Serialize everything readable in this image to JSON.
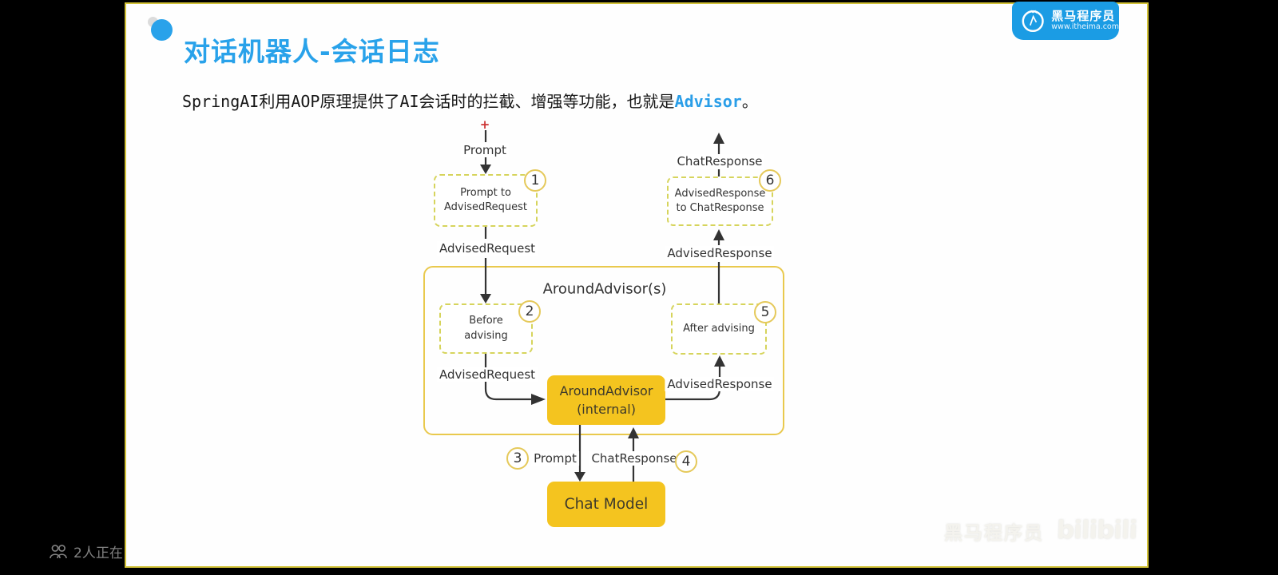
{
  "colors": {
    "title_blue": "#29a2ea",
    "logo_blue": "#1b9ce4",
    "box_yellow": "#f4c41f",
    "container_border_yellow": "#e9c94d",
    "dashed_border_green": "#d6d45c",
    "badge_border_yellow": "#e5c95a",
    "arrow_dark": "#333333",
    "slide_border_yellow": "#d2c238",
    "plus_red": "#cc3333"
  },
  "header": {
    "title": "对话机器人-会话日志",
    "bullet_icon": "blue-dot-icon"
  },
  "logo": {
    "brand": "黑马程序员",
    "url": "www.itheima.com",
    "icon": "horse-in-circle-icon"
  },
  "intro": {
    "prefix": "SpringAI利用AOP原理提供了AI会话时的拦截、增强等功能，也就是",
    "highlight": "Advisor",
    "suffix": "。"
  },
  "diagram": {
    "plus_marker": "+",
    "container_title": "AroundAdvisor(s)",
    "boxes": {
      "prompt_to_advised_request": {
        "line1": "Prompt to",
        "line2": "AdvisedRequest",
        "badge": "1"
      },
      "before_advising": {
        "line1": "Before",
        "line2": "advising",
        "badge": "2"
      },
      "after_advising": {
        "line1": "After advising",
        "badge": "5"
      },
      "advised_response_to_chat_response": {
        "line1": "AdvisedResponse",
        "line2": "to ChatResponse",
        "badge": "6"
      },
      "around_advisor_internal": {
        "line1": "AroundAdvisor",
        "line2": "(internal)"
      },
      "chat_model": {
        "label": "Chat Model"
      }
    },
    "badges": {
      "b3": "3",
      "b4": "4"
    },
    "flow_labels": {
      "prompt_top": "Prompt",
      "advised_request_upper": "AdvisedRequest",
      "chat_response_top": "ChatResponse",
      "advised_response_upper": "AdvisedResponse",
      "advised_request_inner": "AdvisedRequest",
      "advised_response_inner": "AdvisedResponse",
      "prompt_bottom": "Prompt",
      "chat_response_bottom": "ChatResponse"
    }
  },
  "player_overlay": {
    "viewers_text": "2人正在",
    "viewers_icon": "two-people-icon",
    "watermark_brand": "黑马程序员",
    "watermark_site": "bilibili"
  }
}
